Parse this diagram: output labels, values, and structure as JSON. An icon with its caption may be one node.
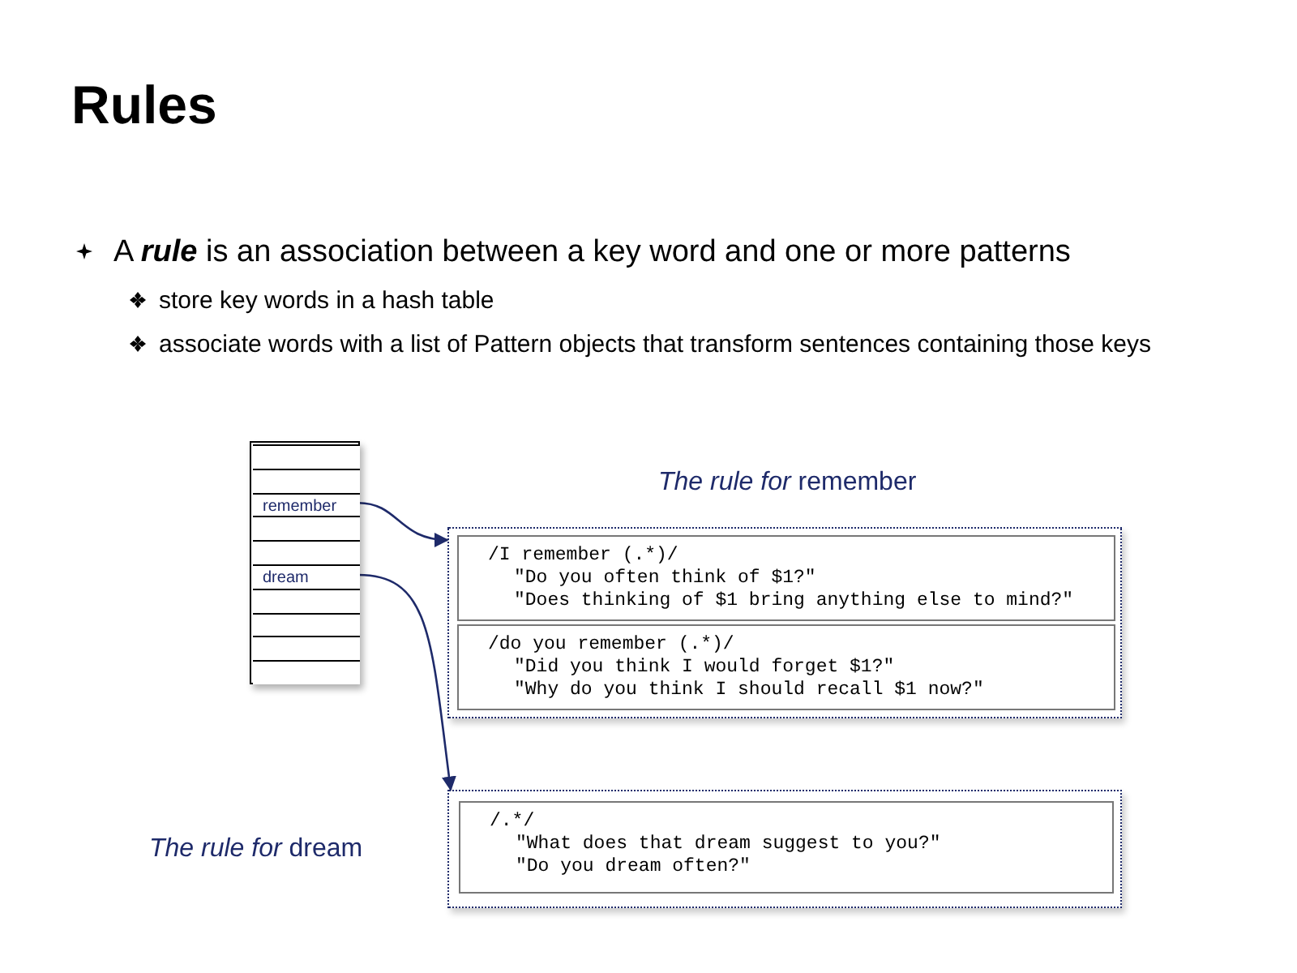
{
  "diagram": {
    "title": "Rules",
    "nodes": [
      {
        "text": [],
        "shape": "box"
      },
      {
        "text": [],
        "shape": "box",
        "in": 0
      },
      {
        "text": [],
        "shape": "box",
        "in": 0
      },
      {
        "text": [
          "remember"
        ],
        "in": 0
      },
      {
        "text": [],
        "shape": "box",
        "in": 0
      },
      {
        "text": [],
        "shape": "box",
        "in": 0
      },
      {
        "text": [
          "dream"
        ],
        "in": 0
      },
      {
        "text": [],
        "shape": "box",
        "in": 0
      },
      {
        "text": [],
        "shape": "box",
        "in": 0
      },
      {
        "text": [],
        "shape": "box",
        "in": 0
      },
      {
        "text": [],
        "shape": "box",
        "in": 0
      },
      {
        "text": [
          "*The rule for* remember"
        ]
      },
      {
        "text": [
          "/I remember (.*)/",
          "\"Do you often think of $1?\"",
          "\"Does thinking of $1 bring anything else to mind?\""
        ],
        "in": 11
      },
      {
        "text": [
          "/do you remember (.*)/",
          "\"Did you think I would forget $1?\"",
          "\"Why do you think I should recall $1 now?\""
        ],
        "in": 11
      },
      {
        "text": [
          "*The rule for* dream"
        ]
      },
      {
        "text": [
          "/.*/",
          "\"What does that dream suggest to you?\"",
          "\"Do you dream often?\""
        ],
        "in": 14
      }
    ],
    "edges": [
      {
        "from": 3,
        "to": 11,
        "arrow": "to"
      },
      {
        "from": 6,
        "to": 14,
        "arrow": "to"
      }
    ],
    "labels": [
      "A **rule** is an association between a key word and one or more patterns",
      "store key words in a hash table",
      "associate words with a list of Pattern objects that transform sentences containing those keys"
    ]
  }
}
